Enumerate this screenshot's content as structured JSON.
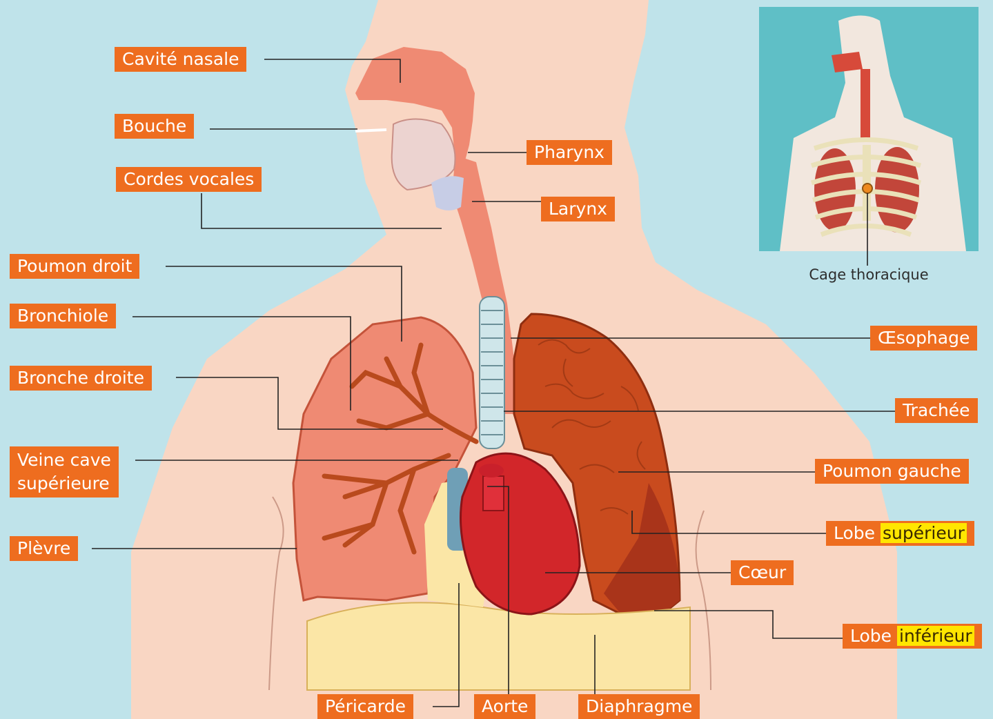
{
  "labels": {
    "cavite_nasale": "Cavité nasale",
    "bouche": "Bouche",
    "cordes_vocales": "Cordes vocales",
    "pharynx": "Pharynx",
    "larynx": "Larynx",
    "poumon_droit": "Poumon droit",
    "bronchiole": "Bronchiole",
    "bronche_droite": "Bronche droite",
    "veine_cave_1": "Veine cave",
    "veine_cave_2": "supérieure",
    "plevre": "Plèvre",
    "oesophage": "Œsophage",
    "trachee": "Trachée",
    "poumon_gauche": "Poumon gauche",
    "lobe_sup_prefix": "Lobe",
    "lobe_sup_highlight": "supérieur",
    "coeur": "Cœur",
    "lobe_inf_prefix": "Lobe",
    "lobe_inf_highlight": "inférieur",
    "pericarde": "Péricarde",
    "aorte": "Aorte",
    "diaphragme": "Diaphragme"
  },
  "inset": {
    "caption": "Cage thoracique"
  },
  "colors": {
    "background": "#bfe3ea",
    "label_fill": "#ee6d1f",
    "label_text": "#ffffff",
    "highlight": "#ffe600",
    "skin": "#f9d6c3",
    "lung_right": "#ef8a73",
    "lung_left": "#c94b1e",
    "heart": "#d2262a",
    "trachea": "#cfe6ea",
    "diaphragm": "#fbe6a6",
    "inset_bg": "#5fbfc6"
  }
}
